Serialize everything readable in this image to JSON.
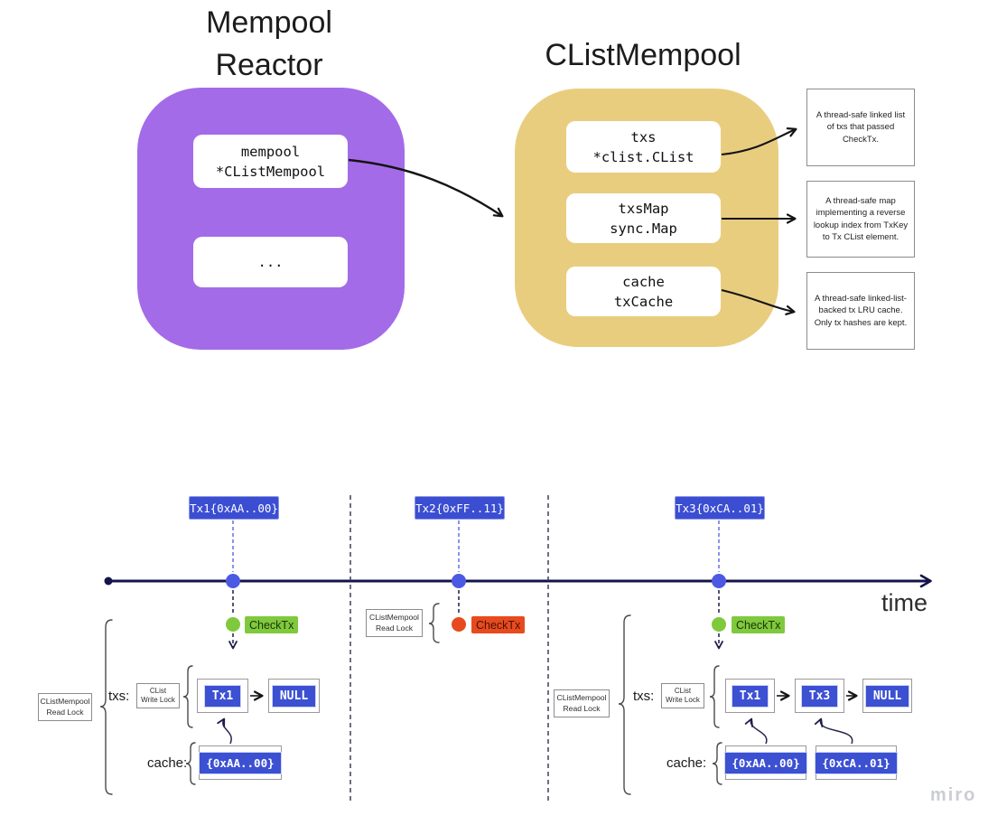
{
  "top": {
    "mempool_reactor": {
      "title_line1": "Mempool",
      "title_line2": "Reactor",
      "field1_line1": "mempool",
      "field1_line2": "*CListMempool",
      "field2_line1": "..."
    },
    "clist_mempool": {
      "title": "CListMempool",
      "fields": [
        {
          "line1": "txs",
          "line2": "*clist.CList"
        },
        {
          "line1": "txsMap",
          "line2": "sync.Map"
        },
        {
          "line1": "cache",
          "line2": "txCache"
        }
      ]
    },
    "annotations": [
      "A thread-safe linked list of txs that passed CheckTx.",
      "A thread-safe map implementing a reverse lookup index from TxKey to Tx CList element.",
      "A thread-safe linked-list-backed tx LRU cache. Only tx hashes are kept."
    ]
  },
  "timeline": {
    "time_label": "time",
    "events": [
      {
        "badge": "Tx1{0xAA..00}",
        "check_label": "CheckTx",
        "status": "pass"
      },
      {
        "badge": "Tx2{0xFF..11}",
        "check_label": "CheckTx",
        "status": "fail"
      },
      {
        "badge": "Tx3{0xCA..01}",
        "check_label": "CheckTx",
        "status": "pass"
      }
    ]
  },
  "columns": [
    {
      "read_lock_line1": "CListMempool",
      "read_lock_line2": "Read Lock",
      "txs_label": "txs:",
      "write_lock_line1": "CList",
      "write_lock_line2": "Write Lock",
      "nodes": [
        "Tx1",
        "NULL"
      ],
      "cache_label": "cache:",
      "cache_items": [
        "{0xAA..00}"
      ]
    },
    {
      "read_lock_line1": "CListMempool",
      "read_lock_line2": "Read Lock"
    },
    {
      "read_lock_line1": "CListMempool",
      "read_lock_line2": "Read Lock",
      "txs_label": "txs:",
      "write_lock_line1": "CList",
      "write_lock_line2": "Write Lock",
      "nodes": [
        "Tx1",
        "Tx3",
        "NULL"
      ],
      "cache_label": "cache:",
      "cache_items": [
        "{0xAA..00}",
        "{0xCA..01}"
      ]
    }
  ],
  "watermark": "miro",
  "colors": {
    "purple": "#a46be8",
    "yellow": "#e9cd7f",
    "badge_blue": "#3b4ed2",
    "node_blue": "#3c50d2",
    "dot_blue": "#4c59e3",
    "timeline_navy": "#14144b",
    "check_green": "#7fc93d",
    "check_red": "#e84a1f",
    "box_border_gray": "#9a9a9a",
    "watermark_gray": "#cbcdd3"
  }
}
